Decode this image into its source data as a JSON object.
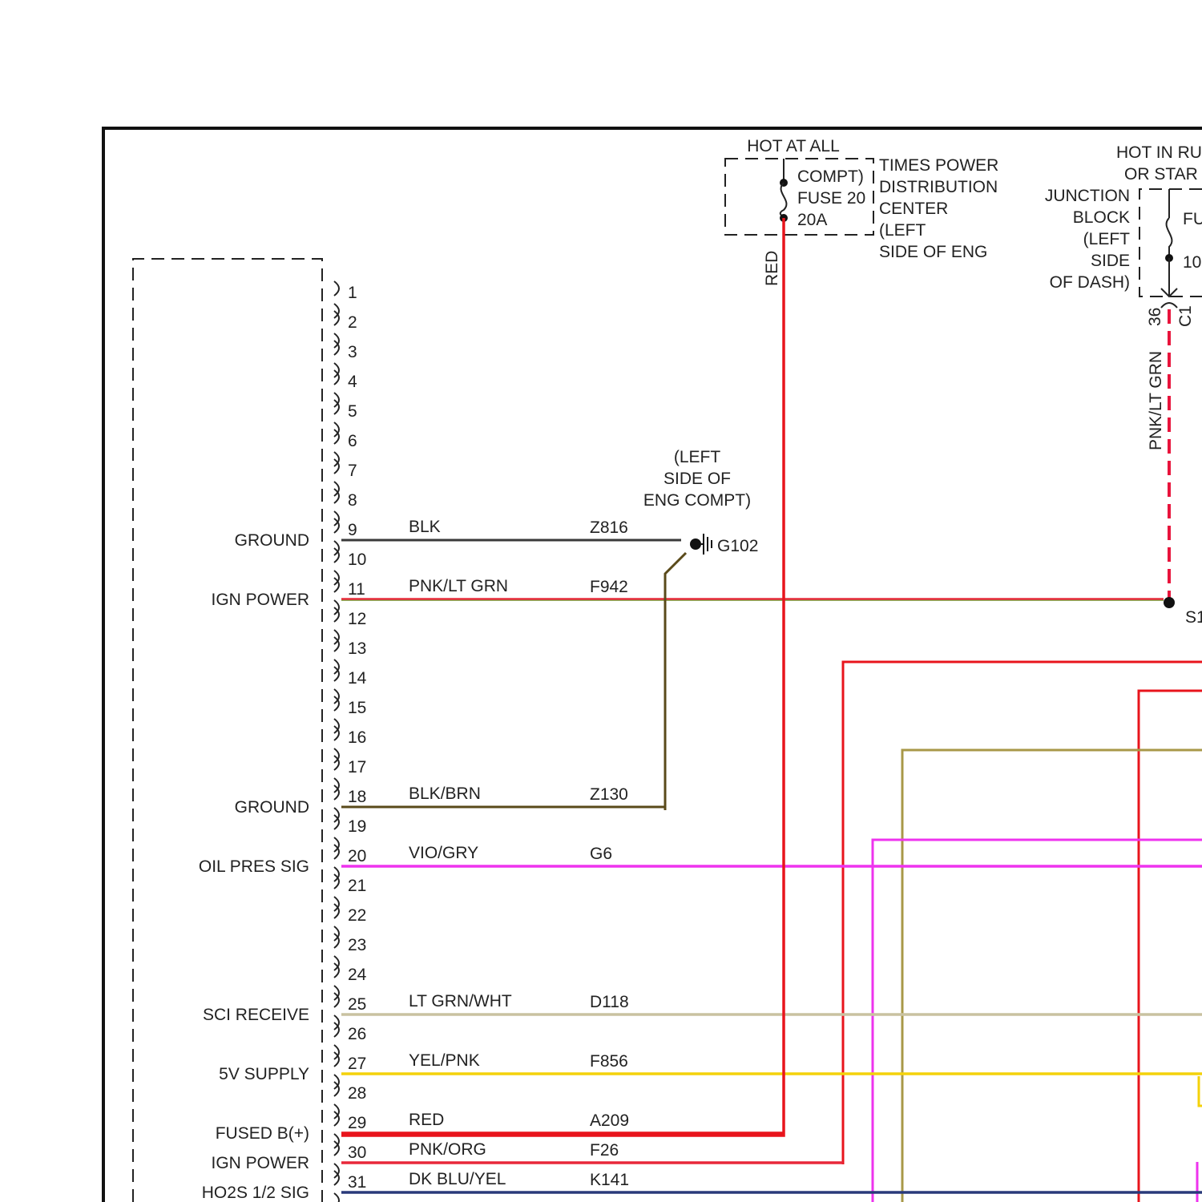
{
  "pcm_pins": [
    "1",
    "2",
    "3",
    "4",
    "5",
    "6",
    "7",
    "8",
    "9",
    "10",
    "11",
    "12",
    "13",
    "14",
    "15",
    "16",
    "17",
    "18",
    "19",
    "20",
    "21",
    "22",
    "23",
    "24",
    "25",
    "26",
    "27",
    "28",
    "29",
    "30",
    "31"
  ],
  "circuits": [
    {
      "pin": 9,
      "function": "GROUND",
      "color_code": "BLK",
      "circuit": "Z816",
      "color": "#3a3a3a"
    },
    {
      "pin": 11,
      "function": "IGN POWER",
      "color_code": "PNK/LT GRN",
      "circuit": "F942",
      "color": "#e8283a"
    },
    {
      "pin": 18,
      "function": "GROUND",
      "color_code": "BLK/BRN",
      "circuit": "Z130",
      "color": "#5a4a1a"
    },
    {
      "pin": 20,
      "function": "OIL PRES SIG",
      "color_code": "VIO/GRY",
      "circuit": "G6",
      "color": "#ee33ee"
    },
    {
      "pin": 25,
      "function": "SCI RECEIVE",
      "color_code": "LT GRN/WHT",
      "circuit": "D118",
      "color": "#c9c2a0"
    },
    {
      "pin": 27,
      "function": "5V SUPPLY",
      "color_code": "YEL/PNK",
      "circuit": "F856",
      "color": "#f4d20a"
    },
    {
      "pin": 29,
      "function": "FUSED B(+)",
      "color_code": "RED",
      "circuit": "A209",
      "color": "#e8141c"
    },
    {
      "pin": 30,
      "function": "IGN POWER",
      "color_code": "PNK/ORG",
      "circuit": "F26",
      "color": "#e8283a"
    },
    {
      "pin": 31,
      "function": "HO2S 1/2 SIG",
      "color_code": "DK BLU/YEL",
      "circuit": "K141",
      "color": "#2a3a7a"
    }
  ],
  "pdc": {
    "hot_label": "HOT AT ALL",
    "fuse_lines": [
      "COMPT)",
      "FUSE 20",
      "20A"
    ],
    "desc_lines": [
      "TIMES POWER",
      "DISTRIBUTION",
      "CENTER",
      "(LEFT",
      "SIDE OF ENG"
    ],
    "wire_label": "RED"
  },
  "junction": {
    "hot_lines": [
      "HOT IN RU",
      "OR STAR"
    ],
    "desc_lines": [
      "JUNCTION",
      "BLOCK",
      "(LEFT",
      "SIDE",
      "OF DASH)"
    ],
    "fuse_lines": [
      "FU",
      "10"
    ],
    "pin": "36",
    "connector": "C1",
    "wire_label": "PNK/LT GRN",
    "splice": "S1"
  },
  "ground_point": {
    "lines": [
      "(LEFT",
      "SIDE OF",
      "ENG COMPT)"
    ],
    "label": "G102"
  },
  "extra_wire_colors": {
    "red": "#e8141c",
    "olive": "#a89848",
    "magenta": "#ee33ee",
    "yellow": "#f4d20a"
  }
}
